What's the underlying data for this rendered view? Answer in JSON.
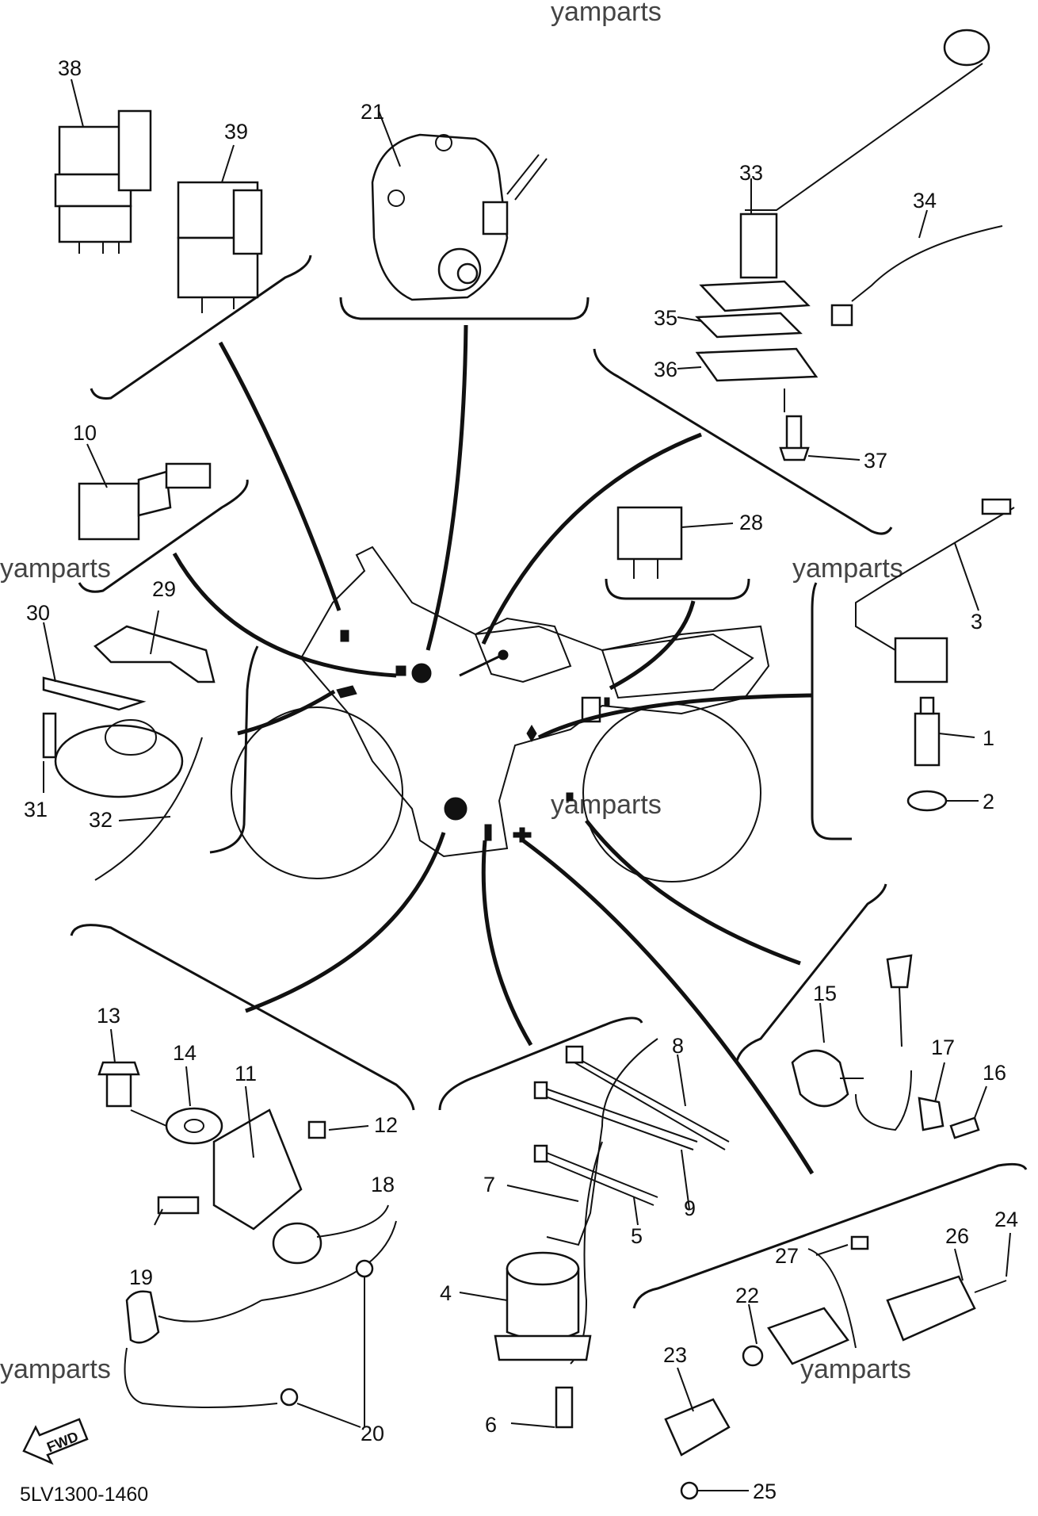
{
  "watermark": "yamparts",
  "diagram_code": "5LV1300-1460",
  "fwd_label": "FWD",
  "callouts": {
    "n1": "1",
    "n2": "2",
    "n3": "3",
    "n4": "4",
    "n5": "5",
    "n6": "6",
    "n7": "7",
    "n8": "8",
    "n9": "9",
    "n10": "10",
    "n11": "11",
    "n12": "12",
    "n13": "13",
    "n14": "14",
    "n15": "15",
    "n16": "16",
    "n17": "17",
    "n18": "18",
    "n19": "19",
    "n20": "20",
    "n21": "21",
    "n22": "22",
    "n23": "23",
    "n24": "24",
    "n25": "25",
    "n26": "26",
    "n27": "27",
    "n28": "28",
    "n29": "29",
    "n30": "30",
    "n31": "31",
    "n32": "32",
    "n33": "33",
    "n34": "34",
    "n35": "35",
    "n36": "36",
    "n37": "37",
    "n38": "38",
    "n39": "39"
  }
}
